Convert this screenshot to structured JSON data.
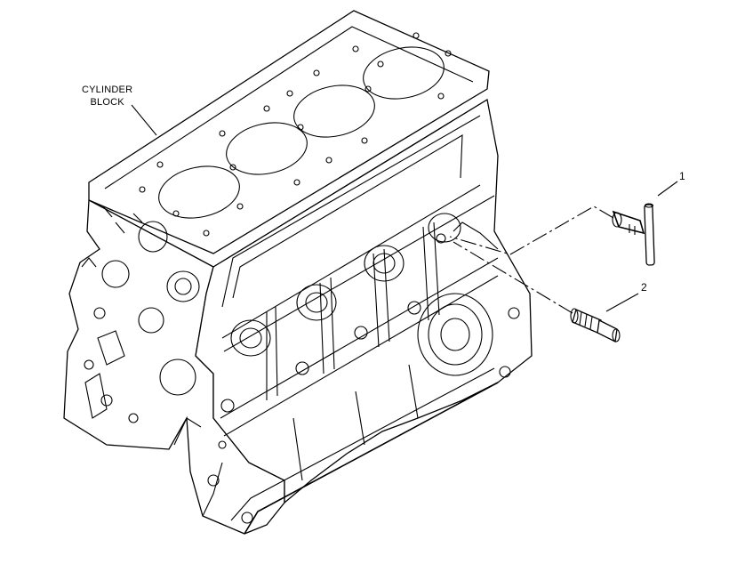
{
  "labels": {
    "block_line1": "CYLINDER",
    "block_line2": "BLOCK",
    "callout_1": "1",
    "callout_2": "2"
  },
  "parts": [
    {
      "ref": "1",
      "name": "tee-fitting-part"
    },
    {
      "ref": "2",
      "name": "adapter-fitting-part"
    }
  ],
  "colors": {
    "line": "#000000",
    "background": "#ffffff"
  }
}
